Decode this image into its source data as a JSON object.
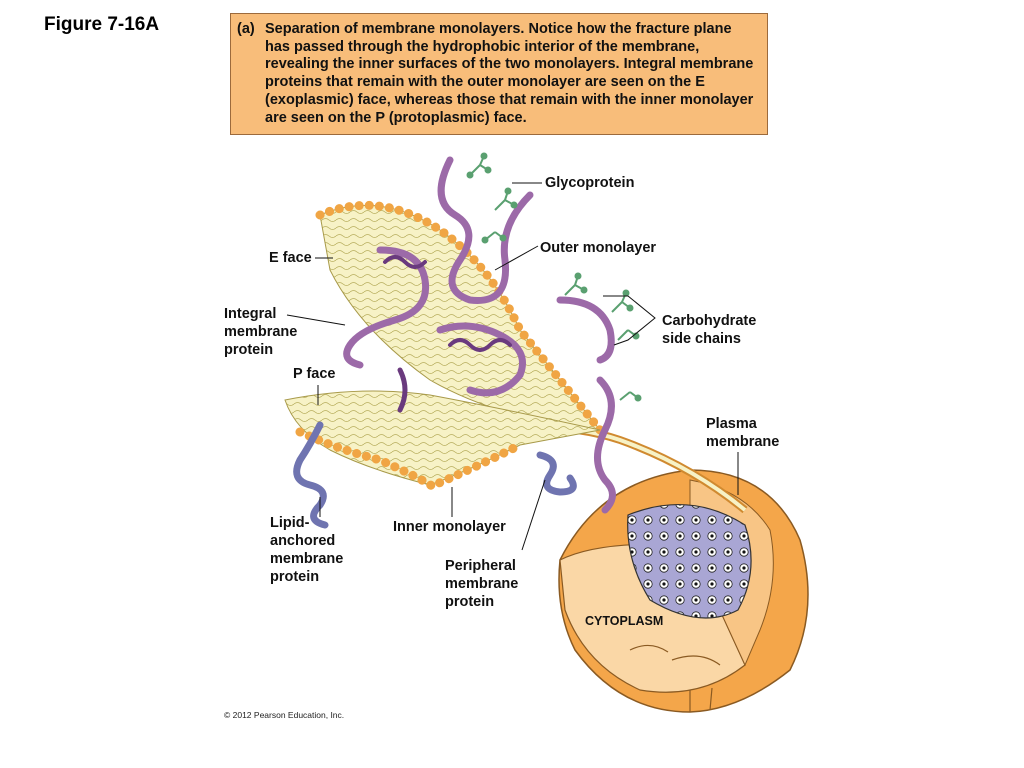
{
  "figure_title": "Figure 7-16A",
  "caption": {
    "tag": "(a)",
    "lead": "Separation of membrane monolayers.",
    "body": "Notice how the fracture plane has passed through the hydrophobic interior of the membrane, revealing the inner surfaces of the two monolayers. Integral membrane proteins that remain with the outer monolayer are seen on the E (exoplasmic) face, whereas those that remain with the inner monolayer are seen on the P (protoplasmic) face."
  },
  "labels": {
    "glycoprotein": "Glycoprotein",
    "outer_monolayer": "Outer monolayer",
    "e_face": "E face",
    "integral_1": "Integral",
    "integral_2": "membrane",
    "integral_3": "protein",
    "carbohydrate_1": "Carbohydrate",
    "carbohydrate_2": "side chains",
    "p_face": "P face",
    "plasma_1": "Plasma",
    "plasma_2": "membrane",
    "lipid_1": "Lipid-",
    "lipid_2": "anchored",
    "lipid_3": "membrane",
    "lipid_4": "protein",
    "inner_monolayer": "Inner monolayer",
    "peripheral_1": "Peripheral",
    "peripheral_2": "membrane",
    "peripheral_3": "protein",
    "cytoplasm": "CYTOPLASM"
  },
  "copyright": "© 2012 Pearson Education, Inc.",
  "colors": {
    "caption_bg": "#f8bd7a",
    "membrane_face": "#f7f2c6",
    "lipid_head": "#f0a544",
    "protein_purple": "#9c6aa8",
    "protein_dark": "#6a3a7e",
    "lipid_anchored_blue": "#6f74b0",
    "carbohydrate_green": "#5aa070",
    "cell_orange": "#f4a64a",
    "nucleus_lilac": "#a9a6d4"
  }
}
